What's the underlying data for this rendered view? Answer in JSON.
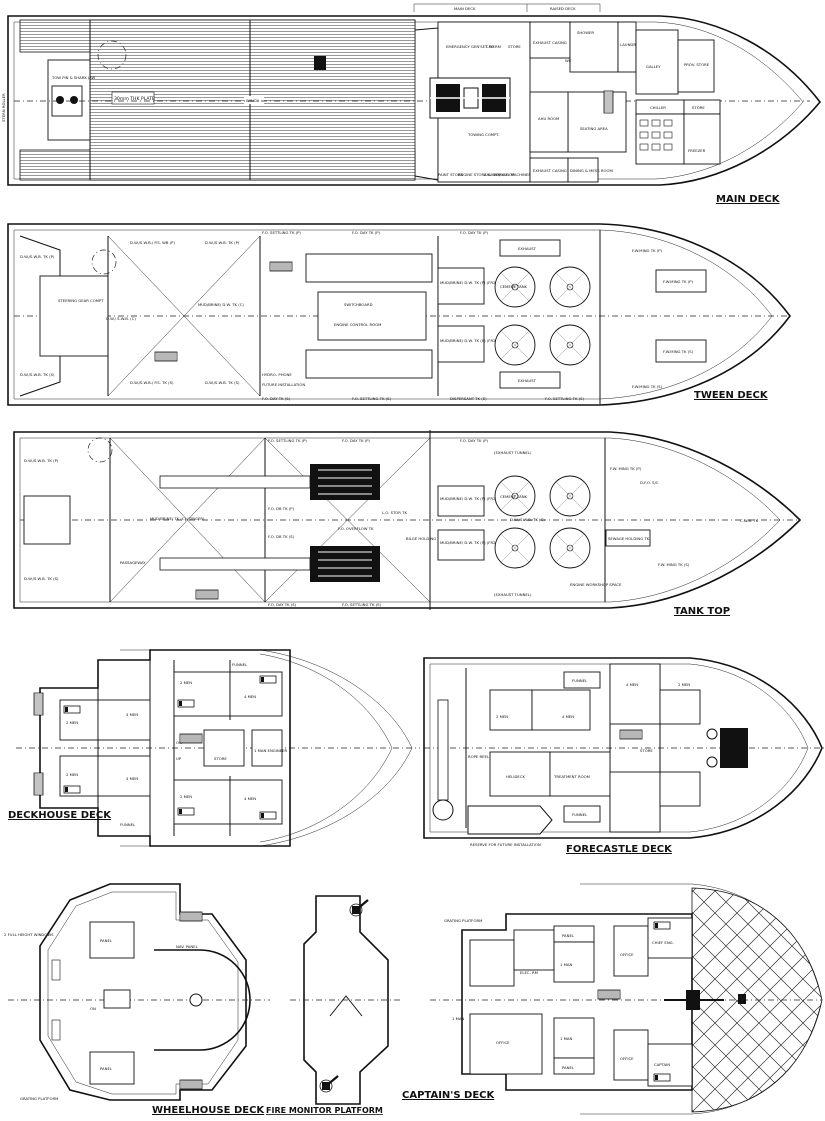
{
  "top_header": {
    "main_deck": "MAIN DECK",
    "raised_deck": "RAISED DECK"
  },
  "main_deck": {
    "title": "MAIN DECK",
    "labels": {
      "stern_roller": "STERN ROLLER",
      "tow_pin": "TOW PIN & SHARK JAW",
      "plate": "30mm THK PLATE",
      "winch": "WINCH",
      "emergency_gen": "EMERGENCY GEN'SET RM",
      "cfo": "CFO RM",
      "store": "STORE",
      "exhaust_casing_1": "EXHAUST CASING",
      "shower": "SHOWER",
      "laundry": "LAUNDRY",
      "galley": "GALLEY",
      "prov_store": "PROV. STORE",
      "ahu_room": "AHU ROOM",
      "seating_area": "SEATING AREA",
      "chiller": "CHILLER",
      "store_fwd": "STORE",
      "freezer": "FREEZER",
      "towing_compt": "TOWING COMPT.",
      "paint_store": "PAINT STORE",
      "engine_store": "ENGINE STORE & WORKSHOP",
      "ahu_ac": "AHU RM/ A.C. MACHINERY ROOM",
      "exhaust_casing_2": "EXHAUST CASING",
      "dining_mess": "DINING & MESS ROOM",
      "wc": "WC"
    }
  },
  "tween_deck": {
    "title": "TWEEN DECK",
    "labels": {
      "dw_swb_tk_p": "D.W./S.W.B. TK (P)",
      "dw_swb_p_1": "D.W./S.W.B./ P.S. WB (P)",
      "dw_swb_p_2": "D.W./S.W.B. TK (P)",
      "fo_sttling_p": "F.O. SETTLING TK (P)",
      "fo_day_p": "F.O. DAY TK (P)",
      "fo_day_p2": "F.O. DAY TK (P)",
      "exhaust": "EXHAUST",
      "fw_ming_p": "F.W.MING TK (P)",
      "fw_ming_p2": "F.W.MING TK (P)",
      "steering_gear": "STEERING GEAR COMPT",
      "dw_swb_c": "D.W./ S.W.B. (C)",
      "mud_brine_c": "MUD/BRINE/ D.W. TK (C)",
      "switchboard": "SWITCHBOARD",
      "engine_control": "ENGINE CONTROL ROOM",
      "mud_brine_1": "MUD/BRINE/ D.W. TK (P) (FR2 DRAIN SLUDGE)",
      "mud_brine_2": "MUD/BRINE/ D.W. TK (S) (FR2 DRAIN SLUDGE)",
      "cement_tank": "CEMENT TANK",
      "hydro_phone": "HYDRO- PHONE",
      "future_installation": "FUTURE INSTALLATION",
      "dw_swb_tk_s": "D.W./S.W.B. TK (S)",
      "dw_swb_s_1": "D.W./S.W.B./ P.S. TK (S)",
      "dw_swb_s_2": "D.W./S.W.B. TK (S)",
      "fo_day_s": "F.O. DAY TK (S)",
      "fo_sttling_s": "F.O. SETTLING TK (S)",
      "dispersant_s": "DISPERSANT TK (S)",
      "fo_settling_s2": "F.O. SETTLING TK (S)",
      "exhaust_s": "EXHAUST",
      "fw_ming_s": "F.W.MING TK (S)",
      "fw_ming_s2": "F.W.MING TK (S)"
    }
  },
  "tank_top": {
    "title": "TANK TOP",
    "labels": {
      "dw_swb_p": "D.W./S.W.B. TK (P)",
      "fo_settling_p": "F.O. SETTLING TK (P)",
      "fo_day_p": "F.O. DAY TK (P)",
      "fo_day_p2": "F.O. DAY TK (P)",
      "exhaust_tunnel": "(EXHAUST TUNNEL)",
      "fw_p": "F.W. MING TK (P)",
      "dfo_sc": "D.F.O. S/C",
      "mud_brine_c": "MUD/BRINE/ TK (C) (SINGER)",
      "fo_db_p": "F.O. DB TK (P)",
      "lo_stor": "L.O. STOR TK",
      "fo_overflow": "F.O. OVERFLOW TK",
      "bilge_holding": "BILGE HOLDING TK",
      "mud_brine_p": "MUD/BRINE/ D.W. TK (P) (FR2 DRAIN SLUDGE)",
      "mud_brine_s": "MUD/BRINE/ D.W. TK (S) (FR2 DRAIN SLUDGE)",
      "cement_tank": "CEMENT TANK",
      "sewage_holding": "SEWAGE HOLDING TK",
      "dwswb_c": "D.W./S.W.B. TK (C)",
      "passageway": "PASSAGEWAY",
      "fo_db_s": "F.O. DB TK (S)",
      "engine_workshop": "ENGINE WORKSHOP SPACE",
      "dw_swb_s": "D.W./S.W.B. TK (S)",
      "fo_day_s": "F.O. DAY TK (S)",
      "fo_settling_s": "F.O. SETTLING TK (S)",
      "fw_s": "F.W. MING TK (S)",
      "c_wb": "C.W.B. TK"
    }
  },
  "deckhouse_deck": {
    "title": "DECKHOUSE DECK",
    "labels": {
      "men2_a": "2 MEN",
      "men4_a": "4 MEN",
      "men2_b": "2 MEN",
      "men4_b": "4 MEN",
      "men2_c": "2 MEN",
      "men4_c": "4 MEN",
      "men2_d": "2 MEN",
      "men4_d": "4 MEN",
      "store": "STORE",
      "man1": "1 MAN ENGINEER",
      "funnel1": "FUNNEL",
      "funnel2": "FUNNEL",
      "on": "ON",
      "up": "UP"
    }
  },
  "forecastle_deck": {
    "title": "FORECASTLE DECK",
    "labels": {
      "rope_reel": "ROPE REEL",
      "funnel": "FUNNEL",
      "men4": "4 MEN",
      "men2": "2 MEN",
      "helideck": "HELIDECK",
      "treatment": "TREATMENT ROOM",
      "men4_b": "4 MEN",
      "men2_b": "2 MEN",
      "store": "STORE",
      "reserve": "RESERVE FOR FUTURE INSTALLATION",
      "funnel_b": "FUNNEL"
    }
  },
  "wheelhouse_deck": {
    "title": "WHEELHOUSE DECK",
    "labels": {
      "windows": "2 FULL HEIGHT WINDOWS",
      "panel1": "PANEL",
      "nav_panel": "NAV. PANEL",
      "panel2": "PANEL",
      "grating": "GRATING PLATFORM",
      "on": "ON"
    }
  },
  "fire_monitor": {
    "title": "FIRE MONITOR PLATFORM"
  },
  "captains_deck": {
    "title": "CAPTAIN'S DECK",
    "labels": {
      "grating": "GRATING PLATFORM",
      "panel": "PANEL",
      "elec_rm": "ELEC. RM",
      "man1": "1 MAN",
      "man1_b": "1 MAN",
      "office": "OFFICE",
      "office2": "OFFICE",
      "man1_c": "1 MAN",
      "panel2": "PANEL",
      "chief_eng": "CHIEF ENG.",
      "captain": "CAPTAIN",
      "office3": "OFFICE"
    }
  },
  "icons": [
    "winch-drum-icon",
    "stair-icon",
    "bunk-icon",
    "cement-tank-icon",
    "fire-monitor-icon",
    "lifeboat-icon"
  ]
}
